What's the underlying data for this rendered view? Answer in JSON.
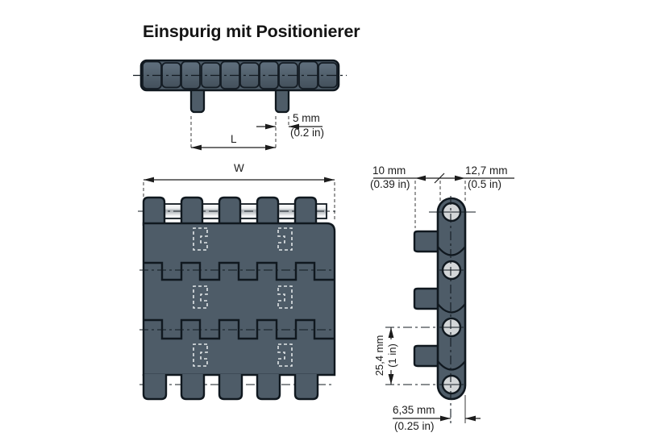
{
  "title": "Einspurig mit Positionierer",
  "colors": {
    "module_body": "#4e5c68",
    "outline": "#10181f",
    "pin_light": "#e9ebec",
    "hidden_dashed": "#e2e6e8",
    "dimension_text": "#1c1c1c"
  },
  "side_view": {
    "tab_width_mm": "5 mm",
    "tab_width_in": "(0.2 in)",
    "tab_pitch_label": "L"
  },
  "plan_view": {
    "belt_width_label": "W"
  },
  "edge_view": {
    "tab_protrusion_mm": "10 mm",
    "tab_protrusion_in": "(0.39 in)",
    "link_width_mm": "12,7 mm",
    "link_width_in": "(0.5 in)",
    "pitch_mm": "25,4 mm",
    "pitch_in": "(1 in)",
    "half_width_mm": "6,35 mm",
    "half_width_in": "(0.25 in)"
  }
}
